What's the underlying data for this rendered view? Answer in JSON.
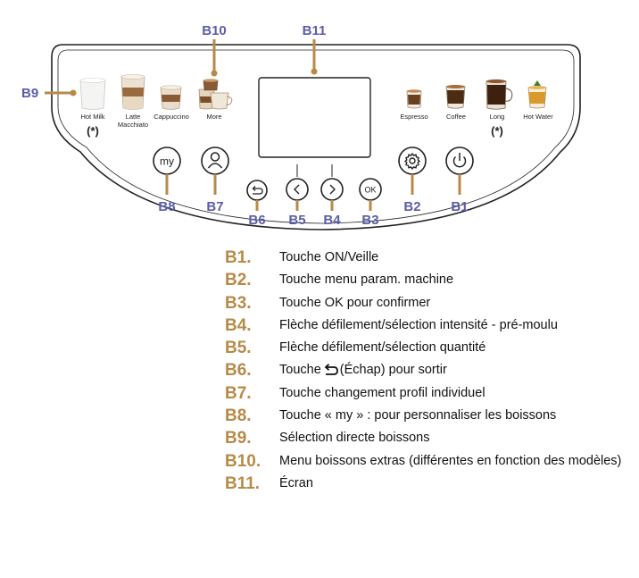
{
  "callouts": {
    "b1": "B1",
    "b2": "B2",
    "b3": "B3",
    "b4": "B4",
    "b5": "B5",
    "b6": "B6",
    "b7": "B7",
    "b8": "B8",
    "b9": "B9",
    "b10": "B10",
    "b11": "B11"
  },
  "drinks_left": [
    {
      "label": "Hot Milk"
    },
    {
      "label_line1": "Latte",
      "label_line2": "Macchiato"
    },
    {
      "label": "Cappuccino"
    },
    {
      "label": "More"
    }
  ],
  "drinks_right": [
    {
      "label": "Espresso"
    },
    {
      "label": "Coffee"
    },
    {
      "label": "Long"
    },
    {
      "label": "Hot Water"
    }
  ],
  "asterisk_note": "(*)",
  "buttons": {
    "my": "my",
    "ok": "OK"
  },
  "legend": [
    {
      "code": "B1.",
      "text": "Touche ON/Veille"
    },
    {
      "code": "B2.",
      "text": "Touche menu param. machine"
    },
    {
      "code": "B3.",
      "text": "Touche OK pour confirmer"
    },
    {
      "code": "B4.",
      "text": "Flèche défilement/sélection intensité - pré-moulu"
    },
    {
      "code": "B5.",
      "text": "Flèche défilement/sélection quantité"
    },
    {
      "code": "B6.",
      "text_before": "Touche",
      "text_after": "(Échap) pour sortir"
    },
    {
      "code": "B7.",
      "text": "Touche changement profil individuel"
    },
    {
      "code": "B8.",
      "text": "Touche « my » : pour personnaliser les boissons"
    },
    {
      "code": "B9.",
      "text": "Sélection directe boissons"
    },
    {
      "code": "B10.",
      "text": "Menu boissons extras (différentes en fonction des modèles)"
    },
    {
      "code": "B11.",
      "text": "Écran"
    }
  ],
  "colors": {
    "callout_blue": "#5b5ea6",
    "legend_gold": "#b88a48",
    "panel_stroke": "#222222"
  }
}
